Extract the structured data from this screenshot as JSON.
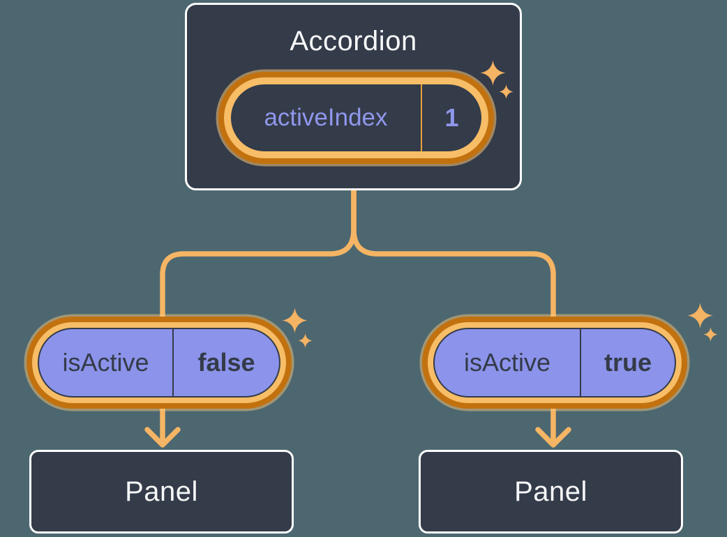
{
  "diagram": {
    "root": {
      "title": "Accordion",
      "state_pill": {
        "label": "activeIndex",
        "value": "1"
      }
    },
    "children": [
      {
        "prop_pill": {
          "label": "isActive",
          "value": "false"
        },
        "panel_title": "Panel"
      },
      {
        "prop_pill": {
          "label": "isActive",
          "value": "true"
        },
        "panel_title": "Panel"
      }
    ]
  },
  "icons": {
    "sparkle": "four-point-sparkle",
    "arrow": "arrow-down"
  },
  "colors": {
    "page_background": "#4d6770",
    "card_fill": "#343b49",
    "card_border": "#ffffff",
    "pill_purple": "#8b93ea",
    "purple_text": "#8f97ec",
    "orange_ring_dark": "#c2710f",
    "orange_ring_light": "#f7bd67",
    "connector_orange": "#f5b564",
    "divider_orange": "#e9a23b",
    "light_text": "#f6f7f9",
    "dark_text": "#343b49"
  }
}
